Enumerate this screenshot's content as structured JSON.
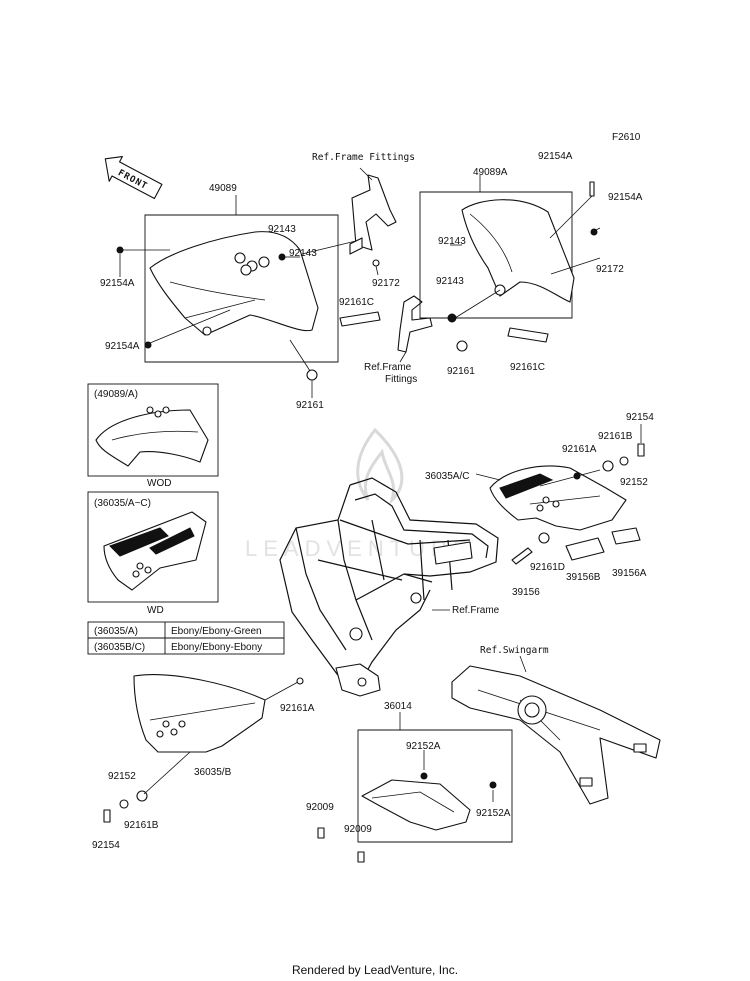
{
  "diagram_code": "F2610",
  "front_indicator": "FRONT",
  "watermark": "LEADVENTURE",
  "footer": "Rendered by LeadVenture, Inc.",
  "refs": {
    "frame_fittings_top": "Ref.Frame Fittings",
    "frame_fittings_mid_1": "Ref.Frame",
    "frame_fittings_mid_2": "Fittings",
    "frame": "Ref.Frame",
    "swingarm": "Ref.Swingarm"
  },
  "parts": {
    "p49089": "49089",
    "p49089A": "49089A",
    "p92143_a": "92143",
    "p92143_b": "92143",
    "p92143_c": "92143",
    "p92143_d": "92143",
    "p92154A_a": "92154A",
    "p92154A_b": "92154A",
    "p92154A_c": "92154A",
    "p92154A_d": "92154A",
    "p92172_a": "92172",
    "p92172_b": "92172",
    "p92161C_a": "92161C",
    "p92161C_b": "92161C",
    "p92161_a": "92161",
    "p92161_b": "92161",
    "p92154_a": "92154",
    "p92154_b": "92154",
    "p92161B_a": "92161B",
    "p92161B_b": "92161B",
    "p92161A_a": "92161A",
    "p92161A_b": "92161A",
    "p92152_a": "92152",
    "p92152_b": "92152",
    "p36035AC": "36035A/C",
    "p92161D": "92161D",
    "p39156": "39156",
    "p39156B": "39156B",
    "p39156A": "39156A",
    "p36014": "36014",
    "p92152A_a": "92152A",
    "p92152A_b": "92152A",
    "p92009_a": "92009",
    "p92009_b": "92009",
    "p36035B": "36035/B"
  },
  "insets": {
    "inset1_title": "(49089/A)",
    "inset1_caption": "WOD",
    "inset2_title": "(36035/A~C)",
    "inset2_caption": "WD"
  },
  "color_table": [
    {
      "code": "(36035/A)",
      "color": "Ebony/Ebony-Green"
    },
    {
      "code": "(36035B/C)",
      "color": "Ebony/Ebony-Ebony"
    }
  ]
}
